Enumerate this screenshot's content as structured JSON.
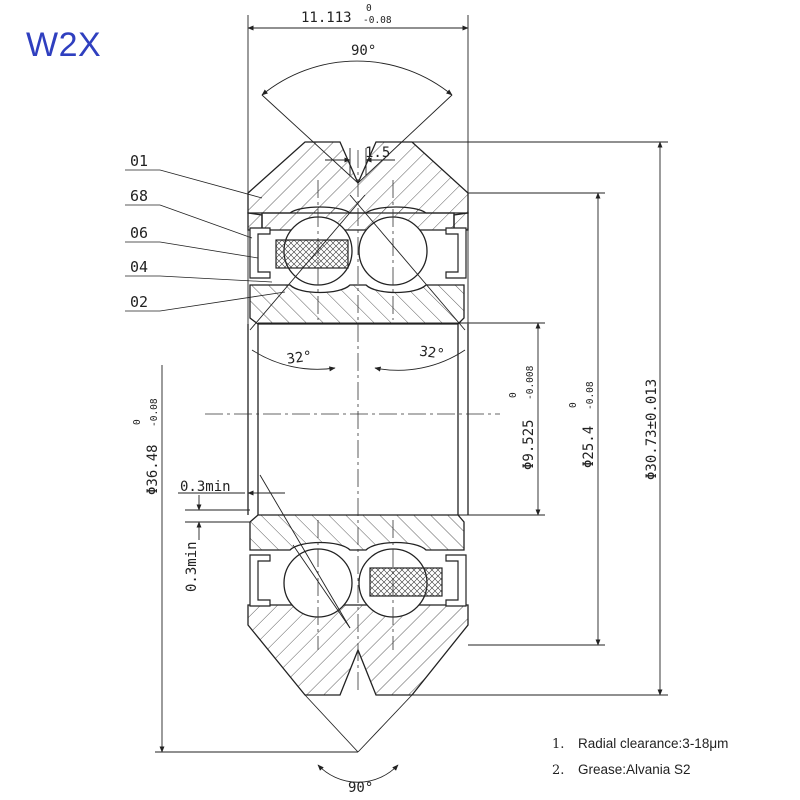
{
  "title": "W2X",
  "parts": [
    "01",
    "68",
    "06",
    "04",
    "02"
  ],
  "dimensions": {
    "width": "11.113",
    "width_tol_upper": "0",
    "width_tol_lower": "-0.08",
    "groove_angle_top": "90°",
    "groove_angle_bottom": "90°",
    "groove_depth": "1.5",
    "contact_angle_left": "32°",
    "contact_angle_right": "32°",
    "chamfer_axial": "0.3min",
    "chamfer_radial": "0.3min",
    "bore": "Φ9.525",
    "bore_tol_upper": "0",
    "bore_tol_lower": "-0.008",
    "outer_a": "Φ25.4",
    "outer_a_tol_upper": "0",
    "outer_a_tol_lower": "-0.08",
    "outer_b": "Φ30.73±0.013",
    "overall": "Φ36.48",
    "overall_tol_upper": "0",
    "overall_tol_lower": "-0.08"
  },
  "notes": [
    {
      "num": "1.",
      "text": "Radial clearance:3-18μm"
    },
    {
      "num": "2.",
      "text": "Grease:Alvania S2"
    }
  ]
}
